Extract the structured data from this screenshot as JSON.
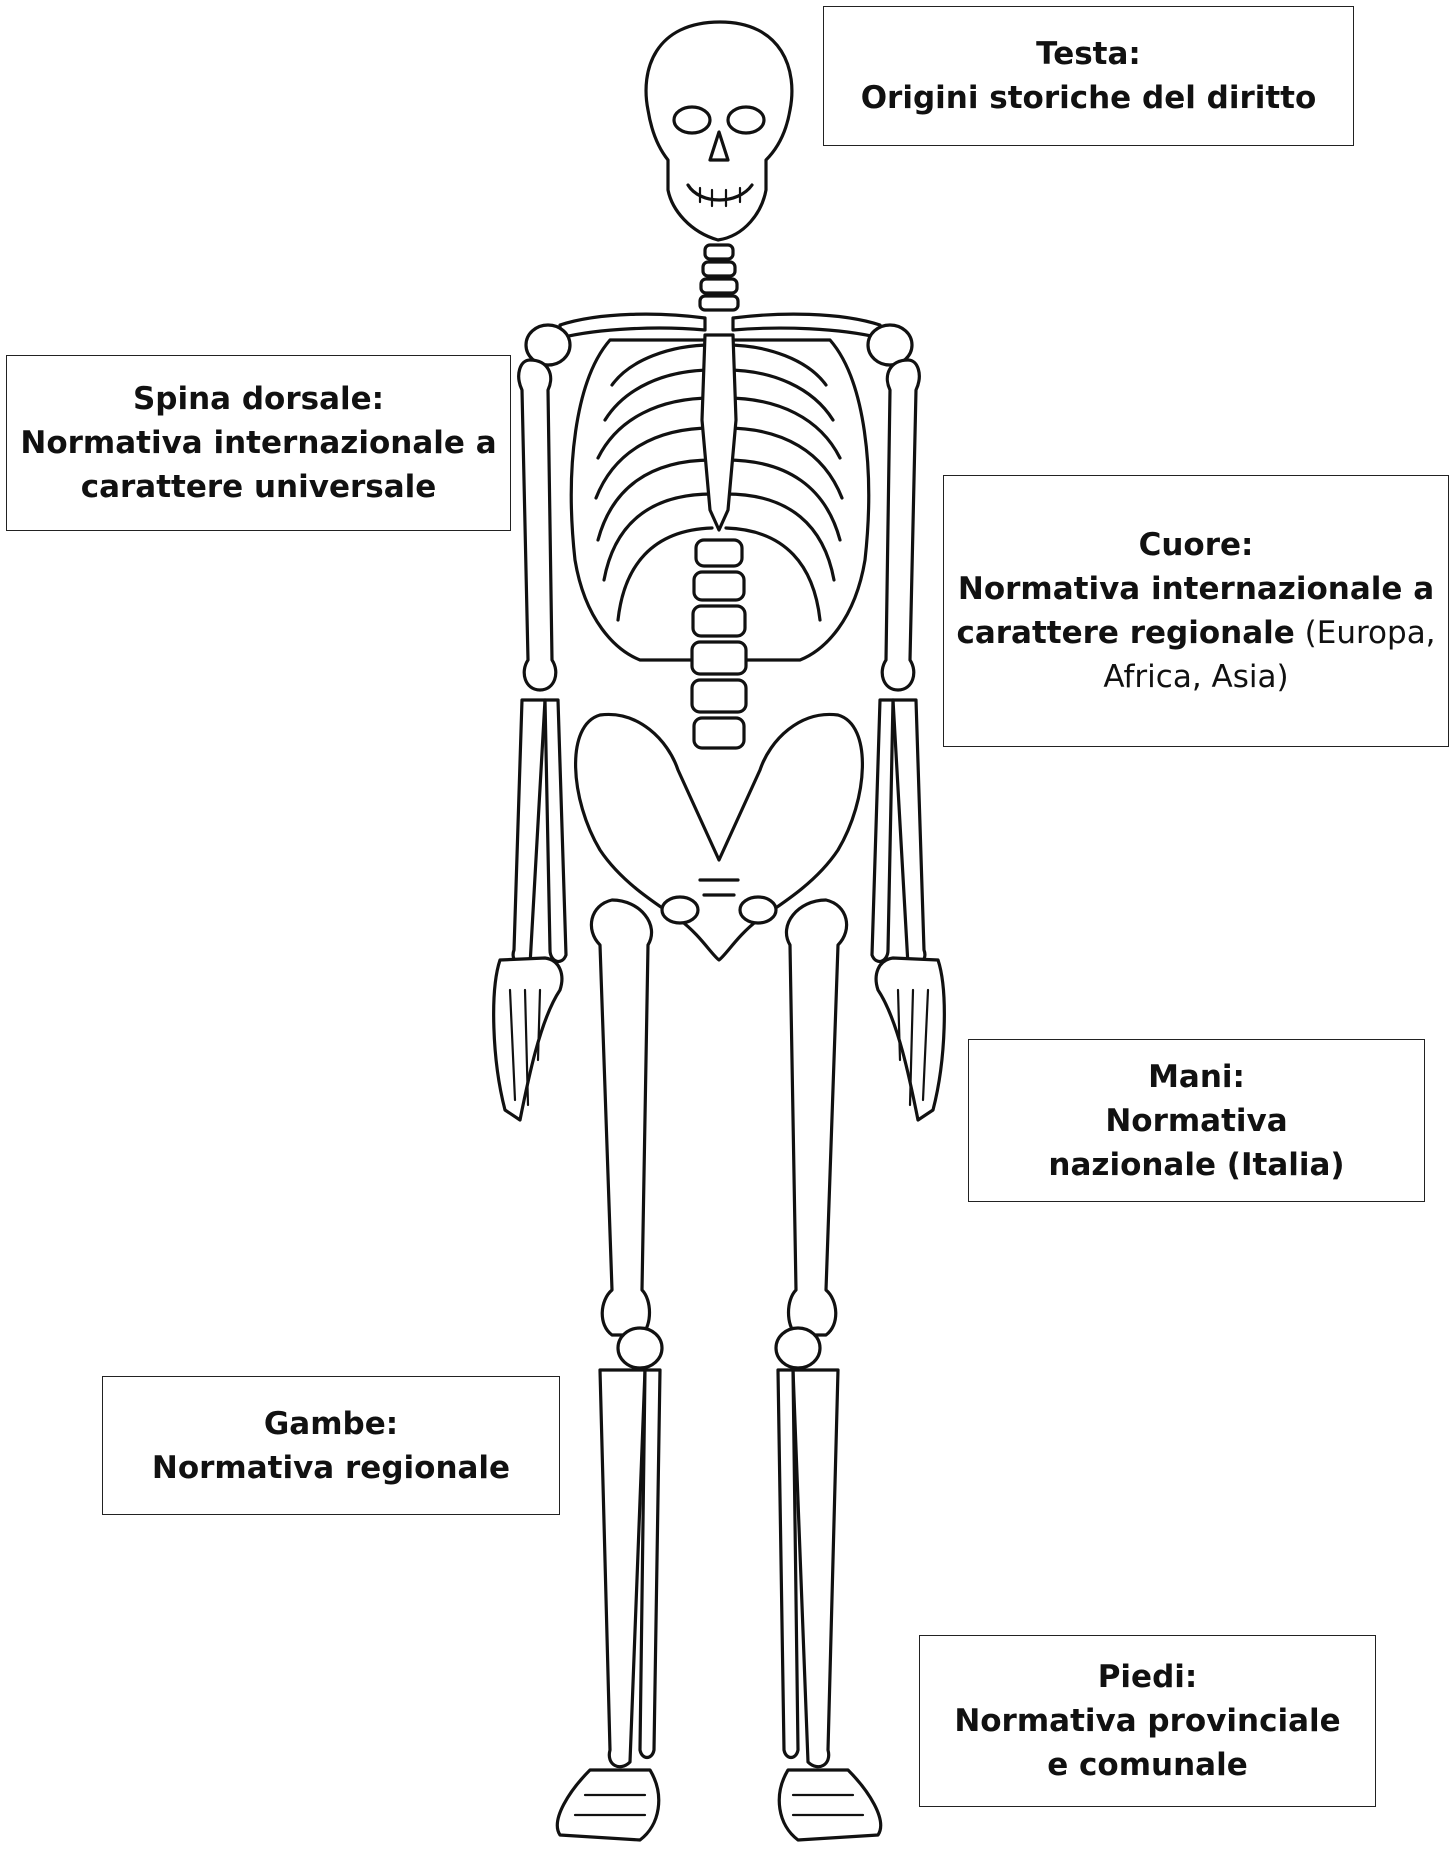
{
  "labels": {
    "testa": {
      "title": "Testa:",
      "text": "Origini storiche del diritto"
    },
    "spina": {
      "title": "Spina dorsale:",
      "text": "Normativa internazionale a carattere universale"
    },
    "cuore": {
      "title": "Cuore:",
      "text_bold": "Normativa internazionale a carattere regionale",
      "text_normal": " (Europa, Africa, Asia)"
    },
    "mani": {
      "title": "Mani:",
      "text": "Normativa nazionale (Italia)"
    },
    "gambe": {
      "title": "Gambe:",
      "text": "Normativa regionale"
    },
    "piedi": {
      "title": "Piedi:",
      "text": "Normativa provinciale e comunale"
    }
  },
  "illustration": {
    "subject": "human-skeleton",
    "style": "black outline on white"
  }
}
